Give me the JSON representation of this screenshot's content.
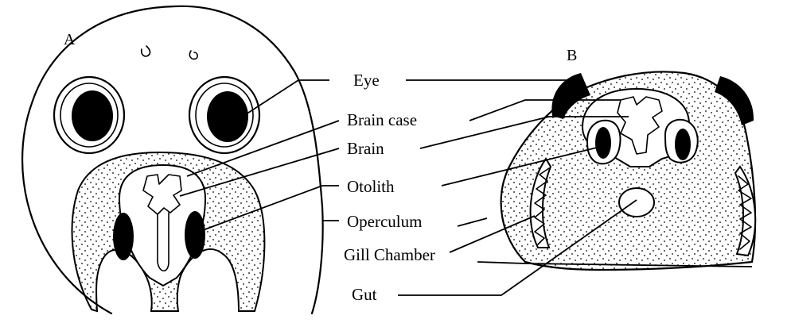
{
  "panels": {
    "a": "A",
    "b": "B"
  },
  "labels": {
    "eye": "Eye",
    "brain_case": "Brain case",
    "brain": "Brain",
    "otolith": "Otolith",
    "operculum": "Operculum",
    "gill_chamber": "Gill Chamber",
    "gut": "Gut"
  }
}
